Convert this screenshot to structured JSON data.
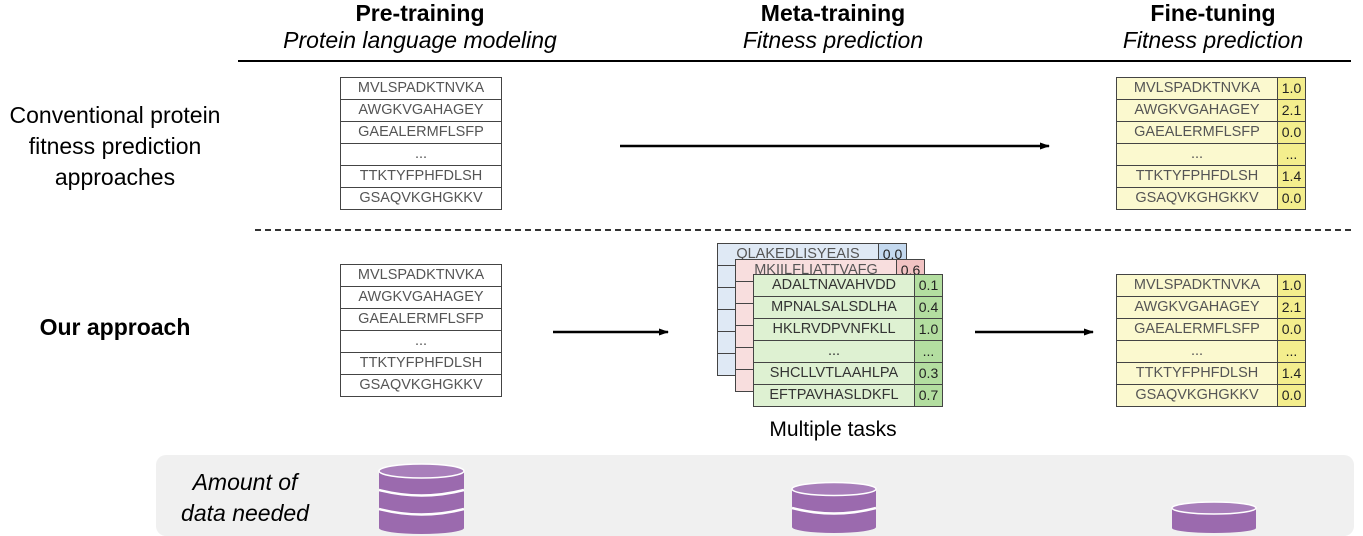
{
  "columns": {
    "pretraining": {
      "title": "Pre-training",
      "subtitle": "Protein language modeling"
    },
    "metatraining": {
      "title": "Meta-training",
      "subtitle": "Fitness prediction"
    },
    "finetuning": {
      "title": "Fine-tuning",
      "subtitle": "Fitness prediction"
    }
  },
  "rows": {
    "conventional": {
      "line1": "Conventional protein",
      "line2": "fitness prediction",
      "line3": "approaches"
    },
    "ours": {
      "label": "Our approach"
    }
  },
  "sequences": [
    "MVLSPADKTNVKA",
    "AWGKVGAHAGEY",
    "GAEALERMFLSFP",
    "...",
    "TTKTYFPHFDLSH",
    "GSAQVKGHGKKV"
  ],
  "fitness_values": [
    "1.0",
    "2.1",
    "0.0",
    "...",
    "1.4",
    "0.0"
  ],
  "task_back": {
    "row0": "QLAKEDLISYEAIS",
    "val0": "0.0"
  },
  "task_mid": {
    "row0": "MKIILFLIATTVAFG",
    "val0": "0.6"
  },
  "task_front": {
    "seqs": [
      "ADALTNAVAHVDD",
      "MPNALSALSDLHA",
      "HKLRVDPVNFKLL",
      "...",
      "SHCLLVTLAAHLPA",
      "EFTPAVHASLDKFL"
    ],
    "vals": [
      "0.1",
      "0.4",
      "1.0",
      "...",
      "0.3",
      "0.7"
    ]
  },
  "multiple_tasks_caption": "Multiple tasks",
  "amount": {
    "line1": "Amount of",
    "line2": "data needed"
  },
  "colors": {
    "yellow": "#f4ee8d",
    "green": "#b3dea0",
    "blue": "#c4d9ef",
    "red": "#f1c3c3",
    "database": "#9b6aae"
  }
}
